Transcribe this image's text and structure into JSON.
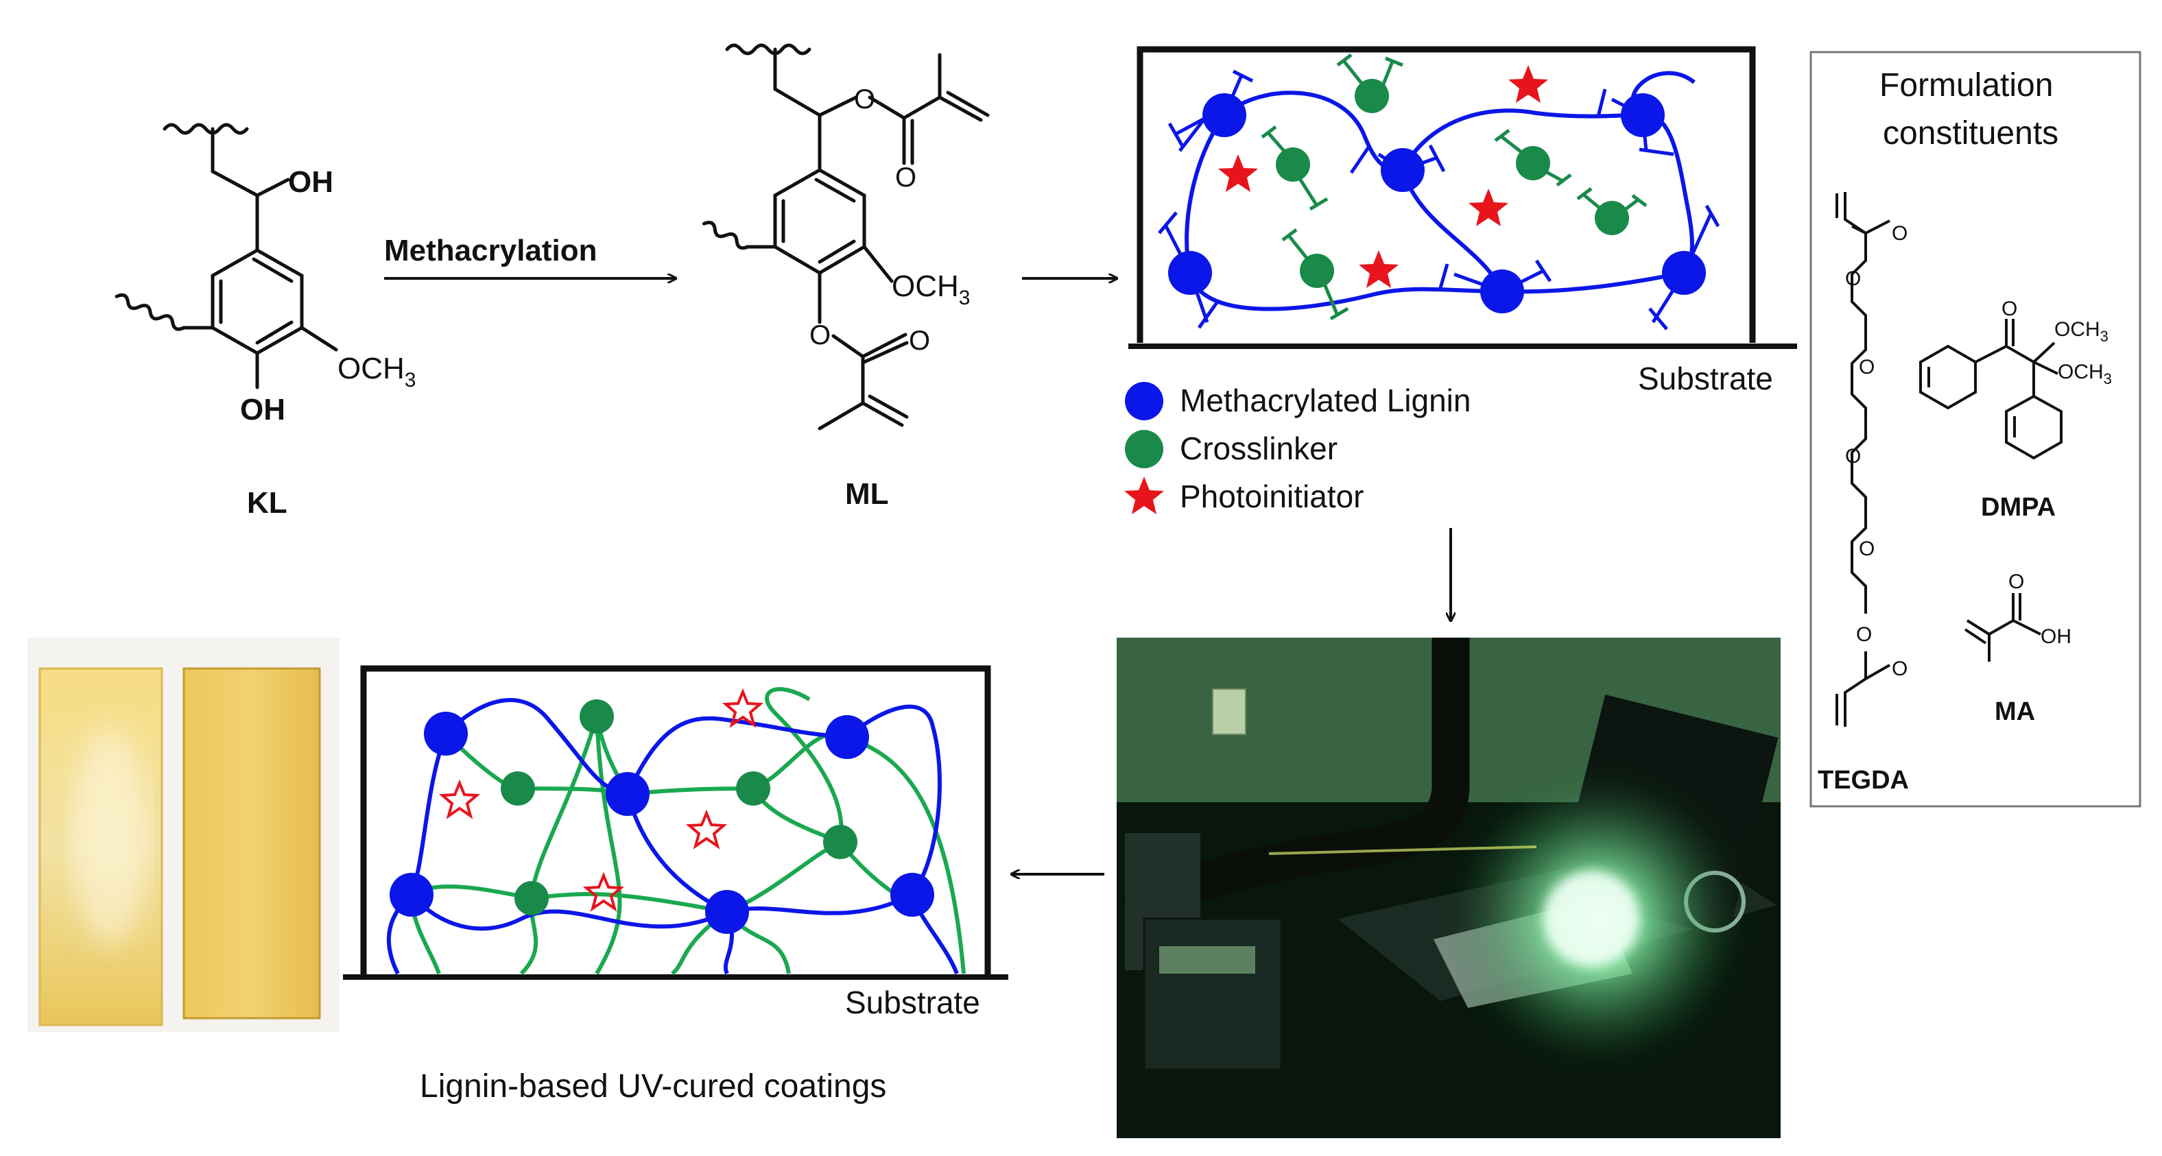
{
  "reaction": {
    "reactant_label": "KL",
    "reagent": "Methacrylation",
    "product_label": "ML",
    "kl_oh_top": "OH",
    "kl_oh_bottom": "OH",
    "kl_och3": "OCH",
    "ml_och3": "OCH",
    "subscript_3": "3",
    "ester_o": "O"
  },
  "formulation_panel": {
    "title_line1": "Formulation",
    "title_line2": "constituents",
    "compounds": [
      "TEGDA",
      "DMPA",
      "MA"
    ],
    "dmpa_och3_a": "OCH",
    "dmpa_och3_b": "OCH",
    "ma_oh": "OH"
  },
  "legend": [
    {
      "label": "Methacrylated Lignin",
      "color": "#0b16e8",
      "shape": "circle"
    },
    {
      "label": "Crosslinker",
      "color": "#1a8a4a",
      "shape": "circle"
    },
    {
      "label": "Photoinitiator",
      "color": "#e8141c",
      "shape": "star"
    }
  ],
  "uncured_box": {
    "substrate_label": "Substrate"
  },
  "cured_box": {
    "substrate_label": "Substrate"
  },
  "caption": "Lignin-based UV-cured coatings",
  "colors": {
    "lignin_blue": "#0b16e8",
    "crosslinker_green": "#1a8a4a",
    "photoinitiator_red": "#e8141c",
    "network_green": "#1aa850",
    "coating_amber": "#eecf70"
  }
}
